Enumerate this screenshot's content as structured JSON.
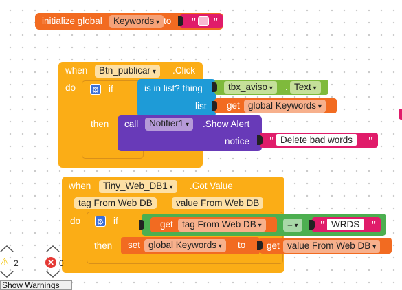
{
  "init_block": {
    "label": "initialize global",
    "var_name": "Keywords",
    "to_label": "to",
    "quote_open": "\"",
    "quote_close": "\""
  },
  "click_block": {
    "when_label": "when",
    "component": "Btn_publicar",
    "event": ".Click",
    "do_label": "do",
    "if_label": "if",
    "then_label": "then",
    "is_in_list": "is in list? thing",
    "list_label": "list",
    "tbx_component": "tbx_aviso",
    "dot": ".",
    "text_prop": "Text",
    "get_label": "get",
    "get_var": "global Keywords",
    "call_label": "call",
    "notifier": "Notifier1",
    "show_alert": ".Show Alert",
    "notice_label": "notice",
    "notice_text": "Delete bad words"
  },
  "got_block": {
    "when_label": "when",
    "component": "Tiny_Web_DB1",
    "event": ".Got Value",
    "param_1": "tag From Web DB",
    "param_2": "value From Web DB",
    "do_label": "do",
    "if_label": "if",
    "then_label": "then",
    "get_label": "get",
    "get_tag": "tag From Web DB",
    "eq_op": "=",
    "wrds": "WRDS",
    "set_label": "set",
    "set_var": "global Keywords",
    "to_label": "to",
    "get_value": "value From Web DB"
  },
  "warnings": {
    "warning_count": "2",
    "error_count": "0",
    "show_warnings": "Show Warnings"
  }
}
